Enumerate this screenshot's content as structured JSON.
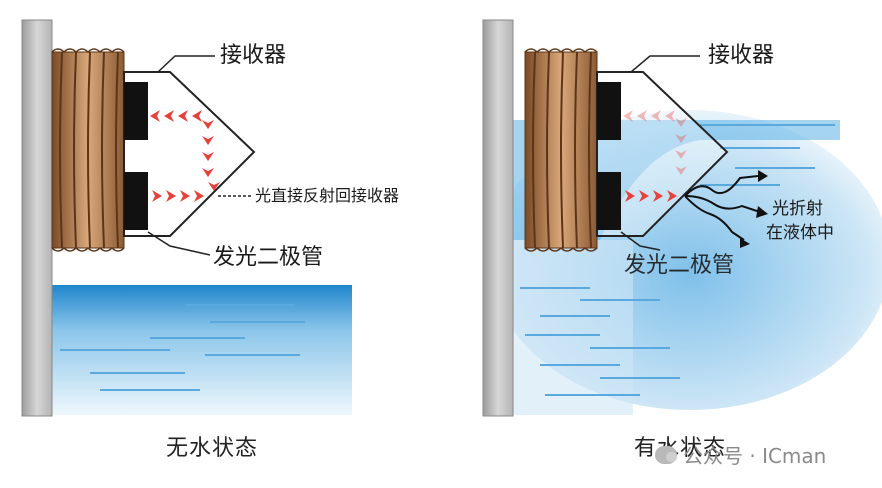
{
  "labels": {
    "receiver": "接收器",
    "led": "发光二极管",
    "reflect_note": "光直接反射回接收器",
    "refract_line1": "光折射",
    "refract_line2": "在液体中"
  },
  "captions": {
    "no_water": "无水状态",
    "with_water": "有水状态"
  },
  "watermark": {
    "text": "公众号 · ICman"
  },
  "colors": {
    "wall": "#c8c8c8",
    "thread_brown": "#a9744a",
    "water_blue": "#2a8fd0",
    "light_red": "#e8403a",
    "housing_line": "#222222"
  }
}
